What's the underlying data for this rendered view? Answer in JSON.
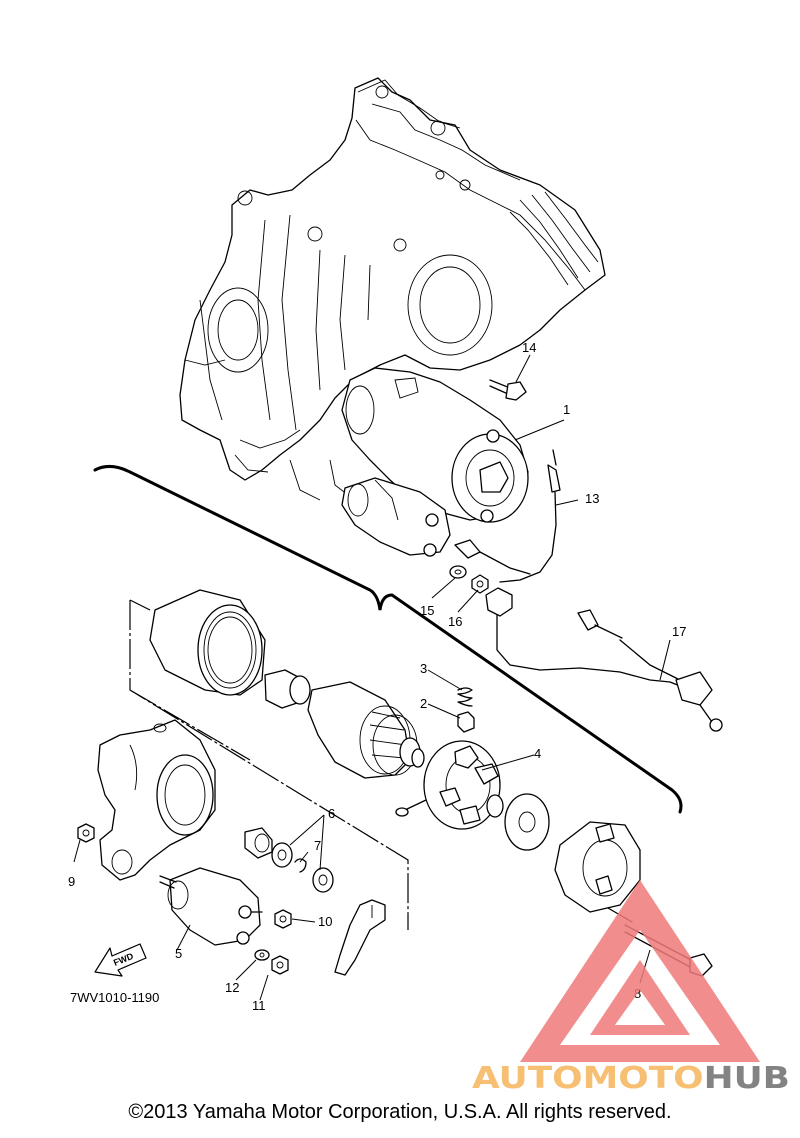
{
  "diagram": {
    "callouts": [
      {
        "id": "c1",
        "label": "1"
      },
      {
        "id": "c2",
        "label": "2"
      },
      {
        "id": "c3",
        "label": "3"
      },
      {
        "id": "c4",
        "label": "4"
      },
      {
        "id": "c5",
        "label": "5"
      },
      {
        "id": "c6",
        "label": "6"
      },
      {
        "id": "c7",
        "label": "7"
      },
      {
        "id": "c8",
        "label": "8"
      },
      {
        "id": "c9",
        "label": "9"
      },
      {
        "id": "c10",
        "label": "10"
      },
      {
        "id": "c11",
        "label": "11"
      },
      {
        "id": "c12",
        "label": "12"
      },
      {
        "id": "c13",
        "label": "13"
      },
      {
        "id": "c14",
        "label": "14"
      },
      {
        "id": "c15",
        "label": "15"
      },
      {
        "id": "c16",
        "label": "16"
      },
      {
        "id": "c17",
        "label": "17"
      }
    ],
    "fwd_label": "FWD",
    "part_code": "7WV1010-1190"
  },
  "watermark": {
    "part1": "AUTOMOTO",
    "part2": "HUB",
    "color_primary": "#f07a7a",
    "color_secondary": "#f5b45a",
    "color_dark": "#6e6e6e"
  },
  "footer": {
    "copyright": "©2013 Yamaha Motor Corporation, U.S.A. All rights reserved."
  }
}
